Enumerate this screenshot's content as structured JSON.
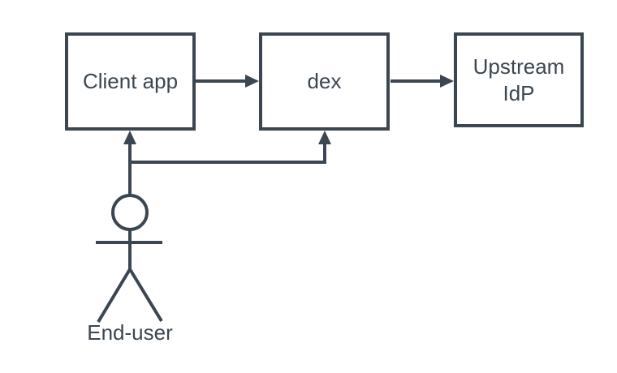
{
  "diagram": {
    "nodes": [
      {
        "label": "Client app"
      },
      {
        "label": "dex"
      },
      {
        "label": "Upstream IdP"
      }
    ],
    "actor_label": "End-user",
    "edges": [
      {
        "from": "Client app",
        "to": "dex"
      },
      {
        "from": "dex",
        "to": "Upstream IdP"
      },
      {
        "from": "End-user",
        "to": "Client app"
      },
      {
        "from": "End-user",
        "to": "dex"
      }
    ],
    "colors": {
      "stroke": "#3b4651",
      "node_fill": "#ffffff",
      "background": "#ffffff"
    }
  }
}
